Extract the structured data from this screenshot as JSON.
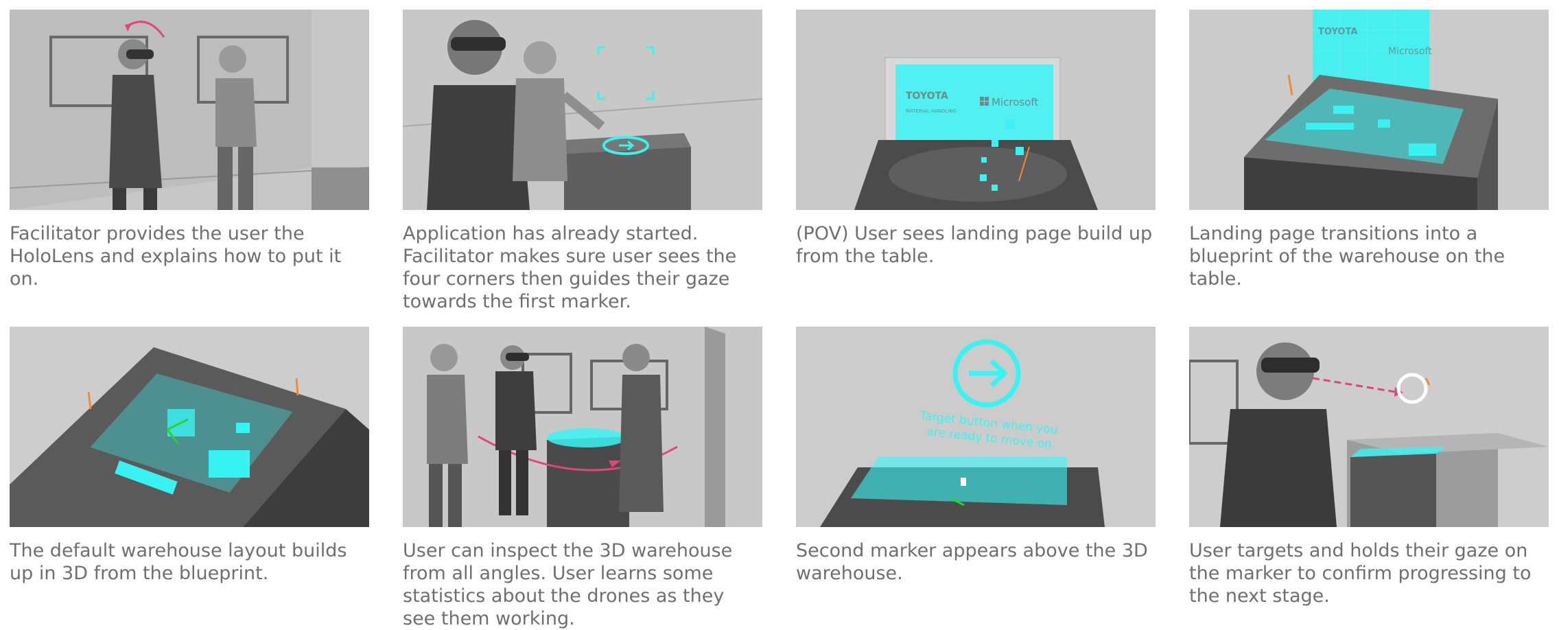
{
  "colors": {
    "hologram": "#39f3f3",
    "accent_pink": "#e0457c",
    "accent_orange": "#f08a3a",
    "caption_text": "#6f6f6f"
  },
  "panels": [
    {
      "caption": "Facilitator provides the user the HoloLens and explains how to put it on.",
      "illustration": "two-people-hololens-handoff"
    },
    {
      "caption": "Application has already started. Facilitator makes sure user sees the four corners then guides their gaze towards the first marker.",
      "illustration": "user-gazing-at-first-marker"
    },
    {
      "caption": "(POV) User sees landing page build up from the table.",
      "illustration": "landing-page-hologram",
      "overlay": {
        "brand_left": "TOYOTA",
        "brand_sub": "MATERIAL HANDLING",
        "brand_right": "Microsoft"
      }
    },
    {
      "caption": "Landing page transitions into a blueprint of the warehouse on the table.",
      "illustration": "blueprint-on-table",
      "overlay": {
        "brand_left": "TOYOTA",
        "brand_right": "Microsoft"
      }
    },
    {
      "caption": "The default warehouse layout builds up in 3D from the blueprint.",
      "illustration": "3d-warehouse-build"
    },
    {
      "caption": "User can inspect the 3D warehouse from all angles. User learns some statistics about the drones as they see them working.",
      "illustration": "inspecting-warehouse"
    },
    {
      "caption": "Second marker appears above the 3D warehouse.",
      "illustration": "second-marker",
      "overlay": {
        "line1": "Target button when you",
        "line2": "are ready to move on"
      }
    },
    {
      "caption": "User targets and holds their gaze on the marker to confirm progressing to the next stage.",
      "illustration": "gaze-confirm-marker"
    }
  ]
}
